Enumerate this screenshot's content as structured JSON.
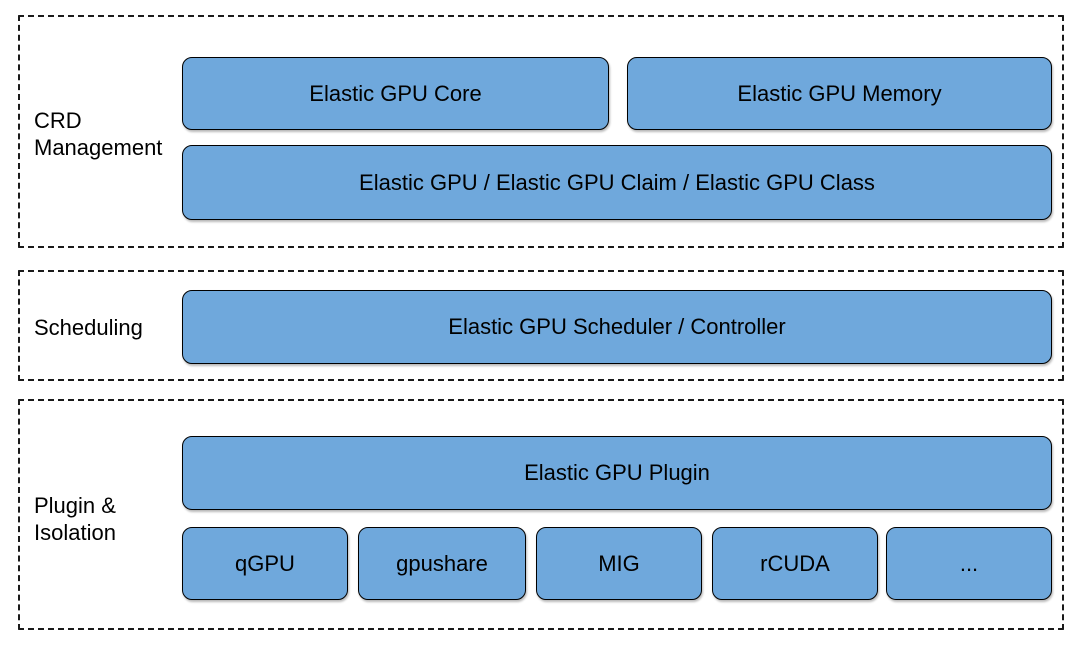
{
  "sections": [
    {
      "label_lines": [
        "CRD",
        "Management"
      ],
      "boxes": {
        "core": "Elastic GPU Core",
        "memory": "Elastic GPU Memory",
        "crds": "Elastic GPU / Elastic GPU Claim / Elastic GPU Class"
      }
    },
    {
      "label_lines": [
        "Scheduling"
      ],
      "boxes": {
        "scheduler": "Elastic GPU Scheduler / Controller"
      }
    },
    {
      "label_lines": [
        "Plugin &",
        "Isolation"
      ],
      "boxes": {
        "plugin": "Elastic GPU Plugin",
        "impls": [
          "qGPU",
          "gpushare",
          "MIG",
          "rCUDA",
          "..."
        ]
      }
    }
  ],
  "colors": {
    "background": "#ffffff",
    "box_fill": "#6fa8dc",
    "box_border": "#000000",
    "section_border": "#1a1a1a",
    "text": "#000000"
  }
}
